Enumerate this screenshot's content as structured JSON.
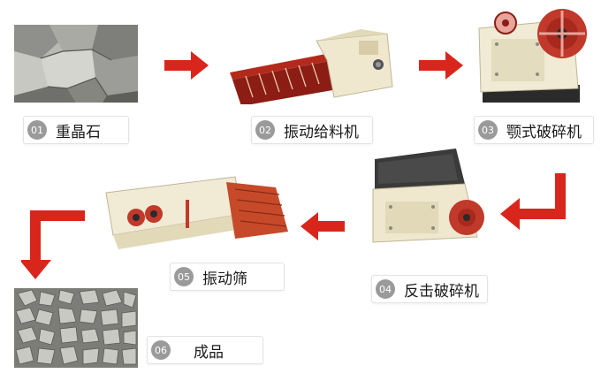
{
  "steps": [
    {
      "num": "01",
      "label": "重晶石"
    },
    {
      "num": "02",
      "label": "振动给料机"
    },
    {
      "num": "03",
      "label": "颚式破碎机"
    },
    {
      "num": "04",
      "label": "反击破碎机"
    },
    {
      "num": "05",
      "label": "振动筛"
    },
    {
      "num": "06",
      "label": "成品"
    }
  ],
  "colors": {
    "arrow": "#d9261c",
    "badge": "#9a9a9a",
    "machine_red": "#c0392b",
    "machine_cream": "#efe8cf"
  },
  "icons": [
    "barite-ore-image",
    "vibrating-feeder-image",
    "jaw-crusher-image",
    "impact-crusher-image",
    "vibrating-screen-image",
    "finished-gravel-image"
  ]
}
